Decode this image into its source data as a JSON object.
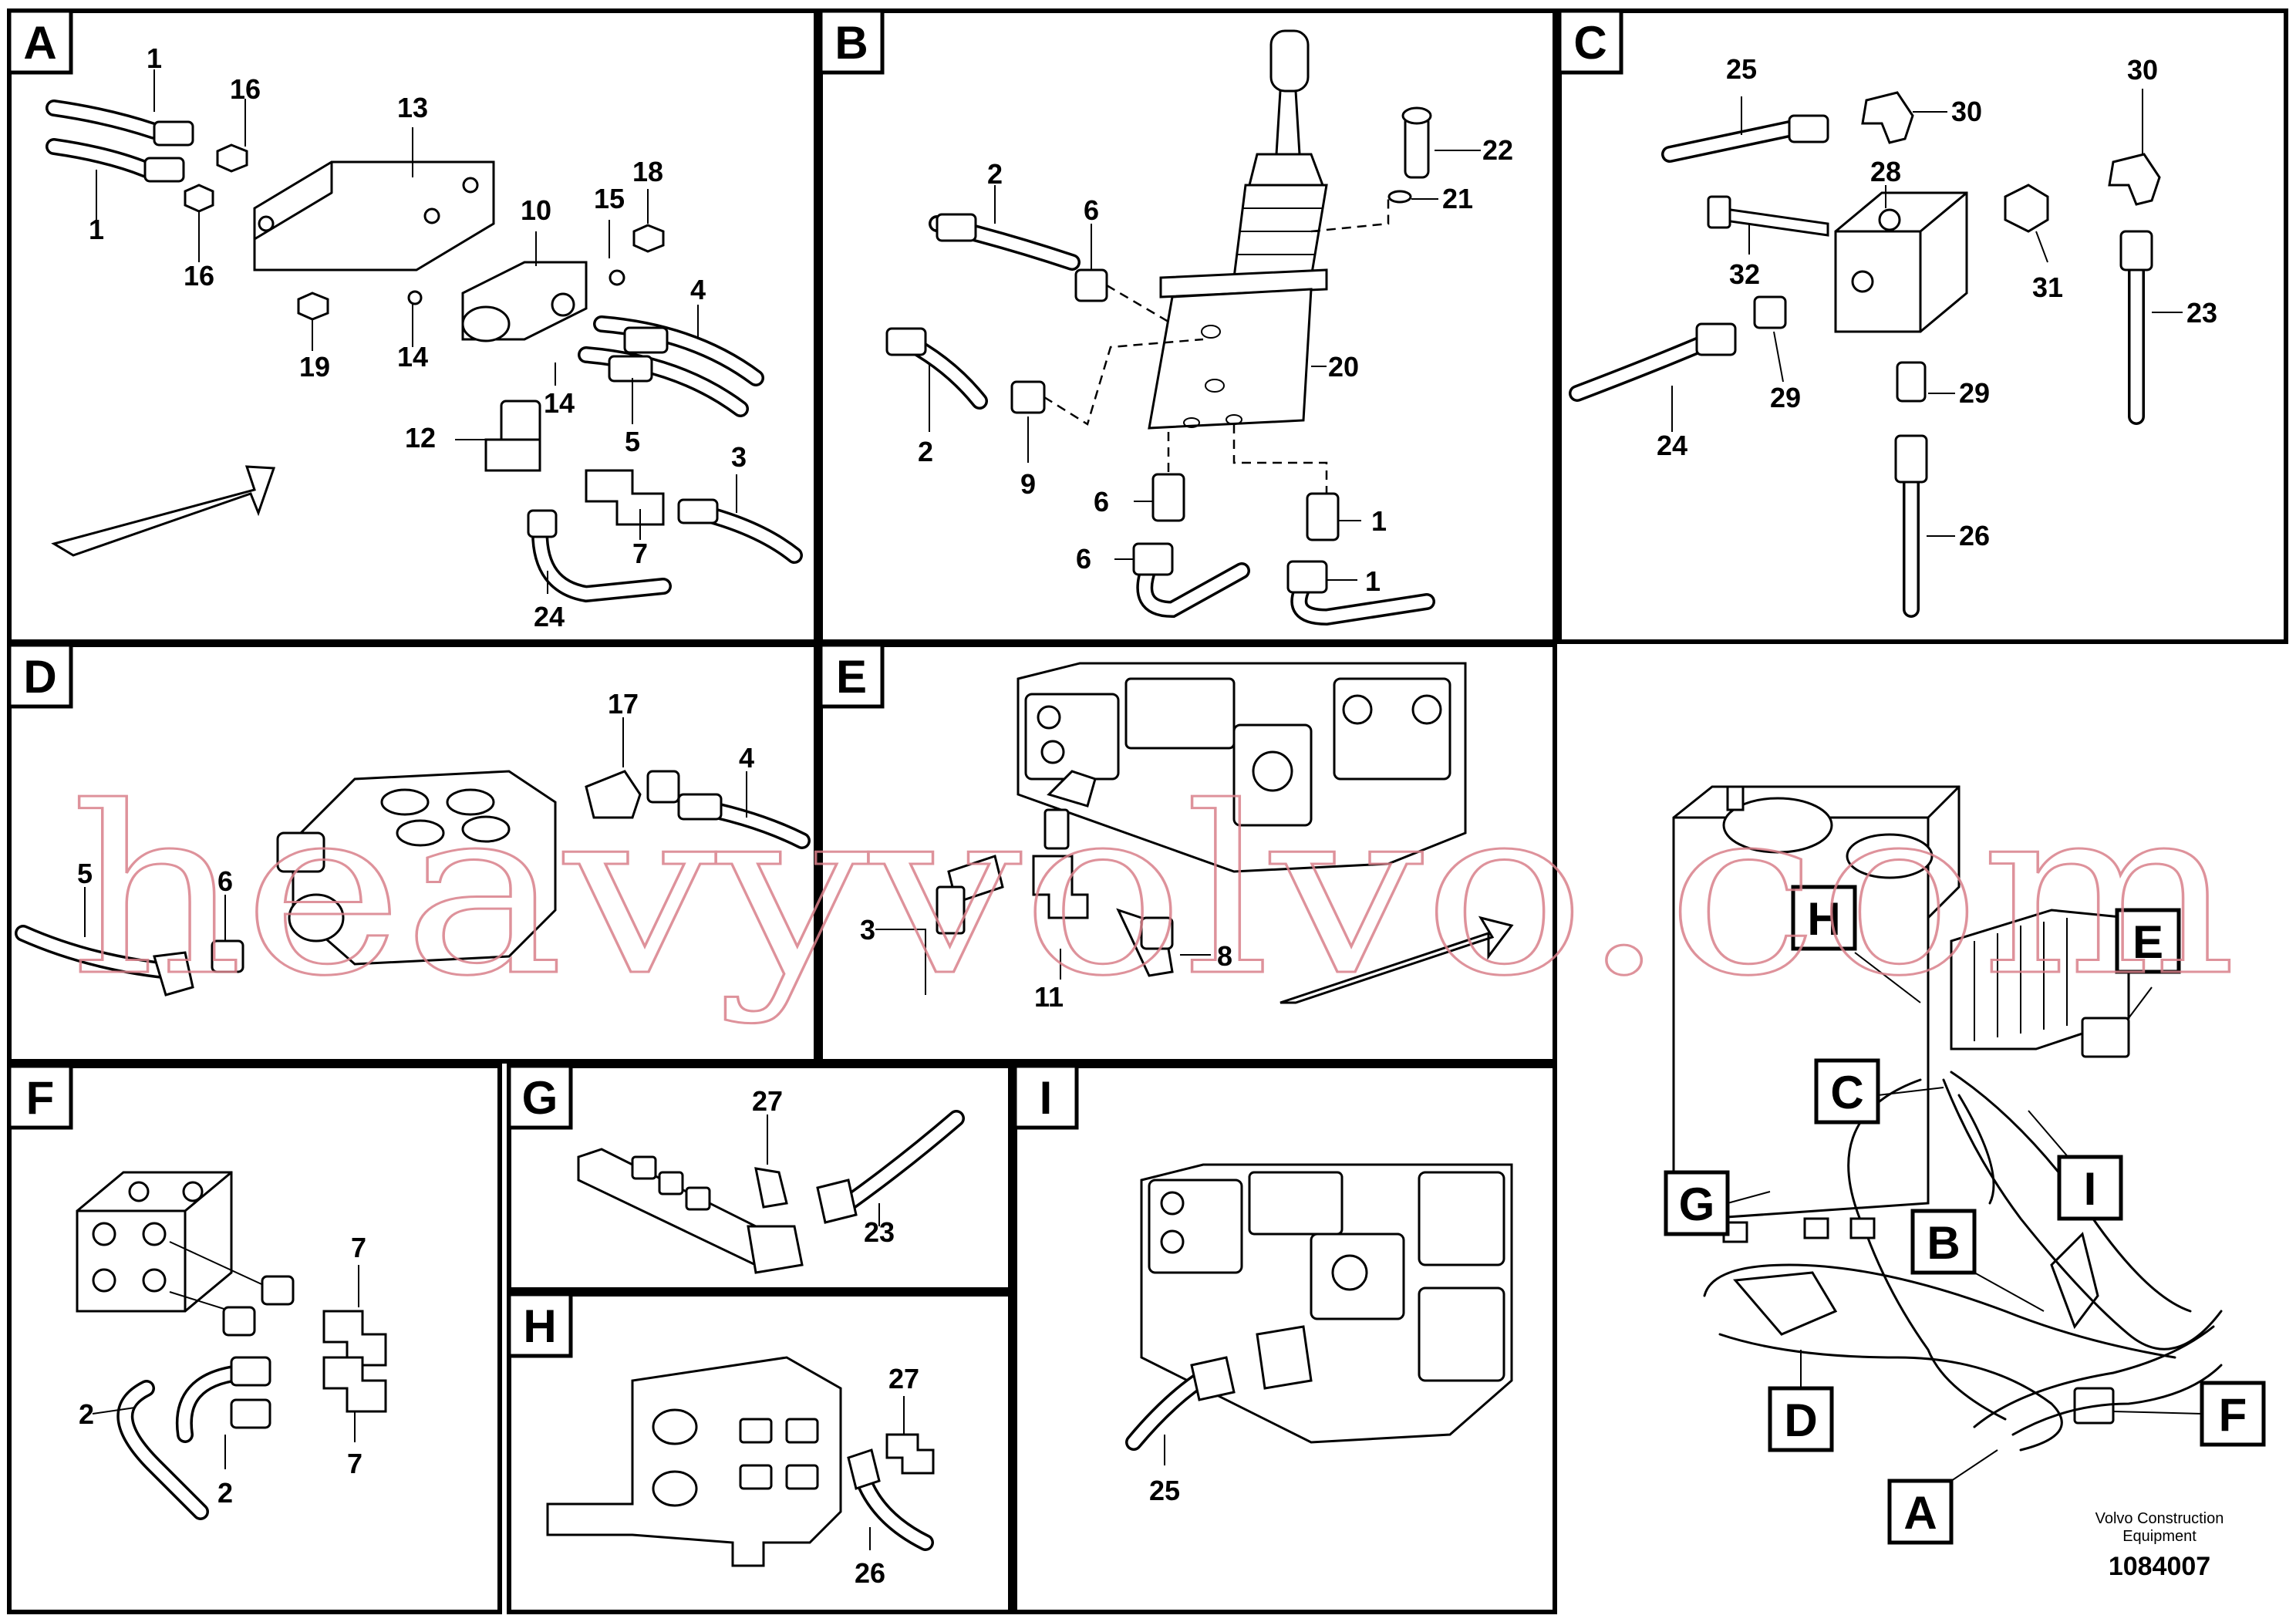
{
  "panels": {
    "A": {
      "letter": "A",
      "callouts": [
        "1",
        "1",
        "16",
        "16",
        "13",
        "10",
        "15",
        "18",
        "19",
        "14",
        "14",
        "4",
        "12",
        "5",
        "3",
        "7",
        "24"
      ]
    },
    "B": {
      "letter": "B",
      "callouts": [
        "2",
        "6",
        "2",
        "9",
        "22",
        "21",
        "20",
        "6",
        "1",
        "6",
        "1"
      ]
    },
    "C": {
      "letter": "C",
      "callouts": [
        "25",
        "30",
        "30",
        "28",
        "32",
        "31",
        "23",
        "24",
        "29",
        "29",
        "26"
      ]
    },
    "D": {
      "letter": "D",
      "callouts": [
        "17",
        "4",
        "5",
        "6"
      ]
    },
    "E": {
      "letter": "E",
      "callouts": [
        "3",
        "11",
        "8"
      ]
    },
    "F": {
      "letter": "F",
      "callouts": [
        "7",
        "2",
        "7",
        "2"
      ]
    },
    "G": {
      "letter": "G",
      "callouts": [
        "27",
        "23"
      ]
    },
    "H": {
      "letter": "H",
      "callouts": [
        "27",
        "26"
      ]
    },
    "I": {
      "letter": "I",
      "callouts": [
        "25"
      ]
    }
  },
  "overview_labels": [
    "H",
    "E",
    "C",
    "I",
    "G",
    "B",
    "D",
    "F",
    "A"
  ],
  "caption": {
    "line1": "Volvo Construction",
    "line2": "Equipment",
    "docnum": "1084007"
  },
  "watermark": "heavyvolvo.com",
  "colors": {
    "line": "#000000",
    "watermark": "#d9808a",
    "background": "#ffffff"
  }
}
